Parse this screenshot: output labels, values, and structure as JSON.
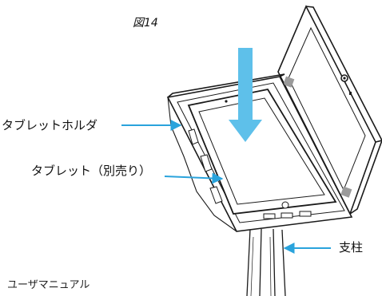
{
  "figure_number": "図14",
  "labels": {
    "tablet_holder": "タブレットホルダ",
    "tablet": "タブレット（別売り）",
    "pole": "支柱"
  },
  "footer": "ユーザマニュアル",
  "colors": {
    "callout_arrow": "#2aa3dc",
    "insert_arrow": "#5ec0ea",
    "line_art": "#1a1a1a",
    "hinge_block": "#9a9a9a"
  },
  "icons": {
    "insert_direction": "arrow-down-icon",
    "callout": "arrow-right-icon"
  }
}
